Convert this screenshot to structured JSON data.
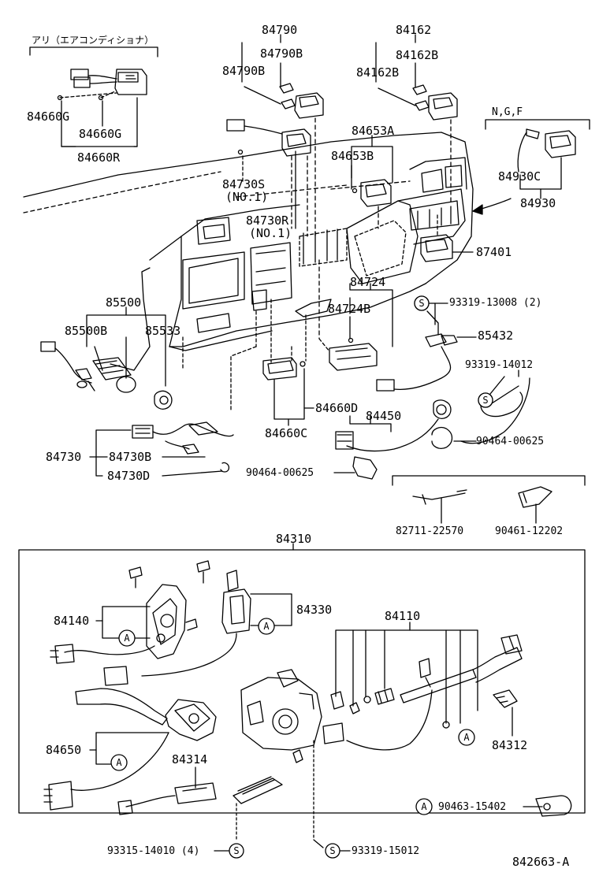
{
  "labels": {
    "ac_note": "アリ（エアコンディショナ）",
    "p84660G_a": "84660G",
    "p84660G_b": "84660G",
    "p84660R": "84660R",
    "p84790": "84790",
    "p84790B_a": "84790B",
    "p84790B_b": "84790B",
    "p84162": "84162",
    "p84162B_a": "84162B",
    "p84162B_b": "84162B",
    "ngf": "N,G,F",
    "p84653A": "84653A",
    "p84653B": "84653B",
    "p84730S": "84730S",
    "no1_a": "(NO.1)",
    "p84730R": "84730R",
    "no1_b": "(NO.1)",
    "p84930C": "84930C",
    "p84930": "84930",
    "p87401": "87401",
    "p85500": "85500",
    "p85500B": "85500B",
    "p85533": "85533",
    "p84724": "84724",
    "p84724B": "84724B",
    "p93319_13008": "93319-13008 (2)",
    "p85432": "85432",
    "p93319_14012": "93319-14012",
    "p84660D": "84660D",
    "p84660C": "84660C",
    "p84450": "84450",
    "p90464_00625_a": "90464-00625",
    "p84730": "84730",
    "p84730B": "84730B",
    "p84730D": "84730D",
    "p90464_00625_b": "90464-00625",
    "p82711_22570": "82711-22570",
    "p90461_12202": "90461-12202",
    "p84310": "84310",
    "p84140": "84140",
    "p84330": "84330",
    "p84110": "84110",
    "p84312": "84312",
    "p84650": "84650",
    "p84314": "84314",
    "p90463_15402": "90463-15402",
    "p93315_14010": "93315-14010 (4)",
    "p93319_15012": "93319-15012",
    "drawing_no": "842663-A"
  },
  "markers": {
    "a": "A",
    "s": "S"
  }
}
